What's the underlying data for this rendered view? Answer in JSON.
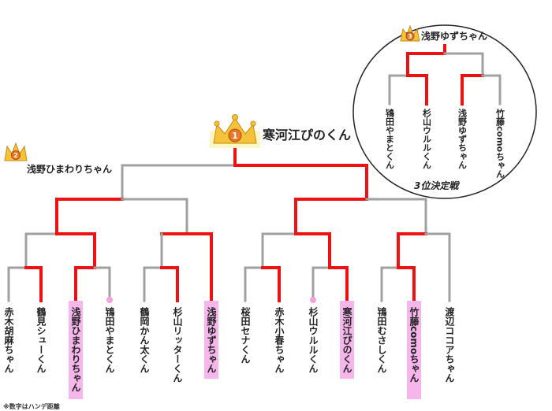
{
  "colors": {
    "win": "#ee1111",
    "lose": "#a0a0a0",
    "highlight": "#f6b6ec",
    "dot": "#f6a0e0",
    "crown": "#f0b030",
    "medal": "#e8782a"
  },
  "champion": {
    "rank": "1",
    "name": "寒河江ぴのくん"
  },
  "runner_up": {
    "rank": "2",
    "name": "浅野ひまわりちゃん"
  },
  "third_place": {
    "rank": "3",
    "name": "浅野ゆずちゃん",
    "label": "3位決定戦",
    "players": [
      {
        "name": "鴇田やまとくん",
        "won": false
      },
      {
        "name": "杉山ウルルくん",
        "won": false
      },
      {
        "name": "浅野ゆずちゃん",
        "won": true
      },
      {
        "name": "竹藤comoちゃん",
        "won": false
      }
    ]
  },
  "players": [
    {
      "name": "赤木胡麻ちゃん",
      "highlight": false,
      "dot": false
    },
    {
      "name": "鶴見シューくん",
      "highlight": false,
      "dot": false
    },
    {
      "name": "浅野ひまわりちゃん",
      "highlight": true,
      "dot": false
    },
    {
      "name": "鴇田やまとくん",
      "highlight": false,
      "dot": true
    },
    {
      "name": "鶴岡かん太くん",
      "highlight": false,
      "dot": false
    },
    {
      "name": "杉山リッターくん",
      "highlight": false,
      "dot": false
    },
    {
      "name": "浅野ゆずちゃん",
      "highlight": true,
      "dot": false
    },
    {
      "name": "桜田セナくん",
      "highlight": false,
      "dot": false
    },
    {
      "name": "赤木小春ちゃん",
      "highlight": false,
      "dot": false
    },
    {
      "name": "杉山ウルルくん",
      "highlight": false,
      "dot": true
    },
    {
      "name": "寒河江ぴのくん",
      "highlight": true,
      "dot": false
    },
    {
      "name": "鴇田むさしくん",
      "highlight": false,
      "dot": false
    },
    {
      "name": "竹藤comoちゃん",
      "highlight": true,
      "dot": false
    },
    {
      "name": "渡辺ココアちゃん",
      "highlight": false,
      "dot": false
    }
  ],
  "footnote": "※数字はハンデ距離"
}
